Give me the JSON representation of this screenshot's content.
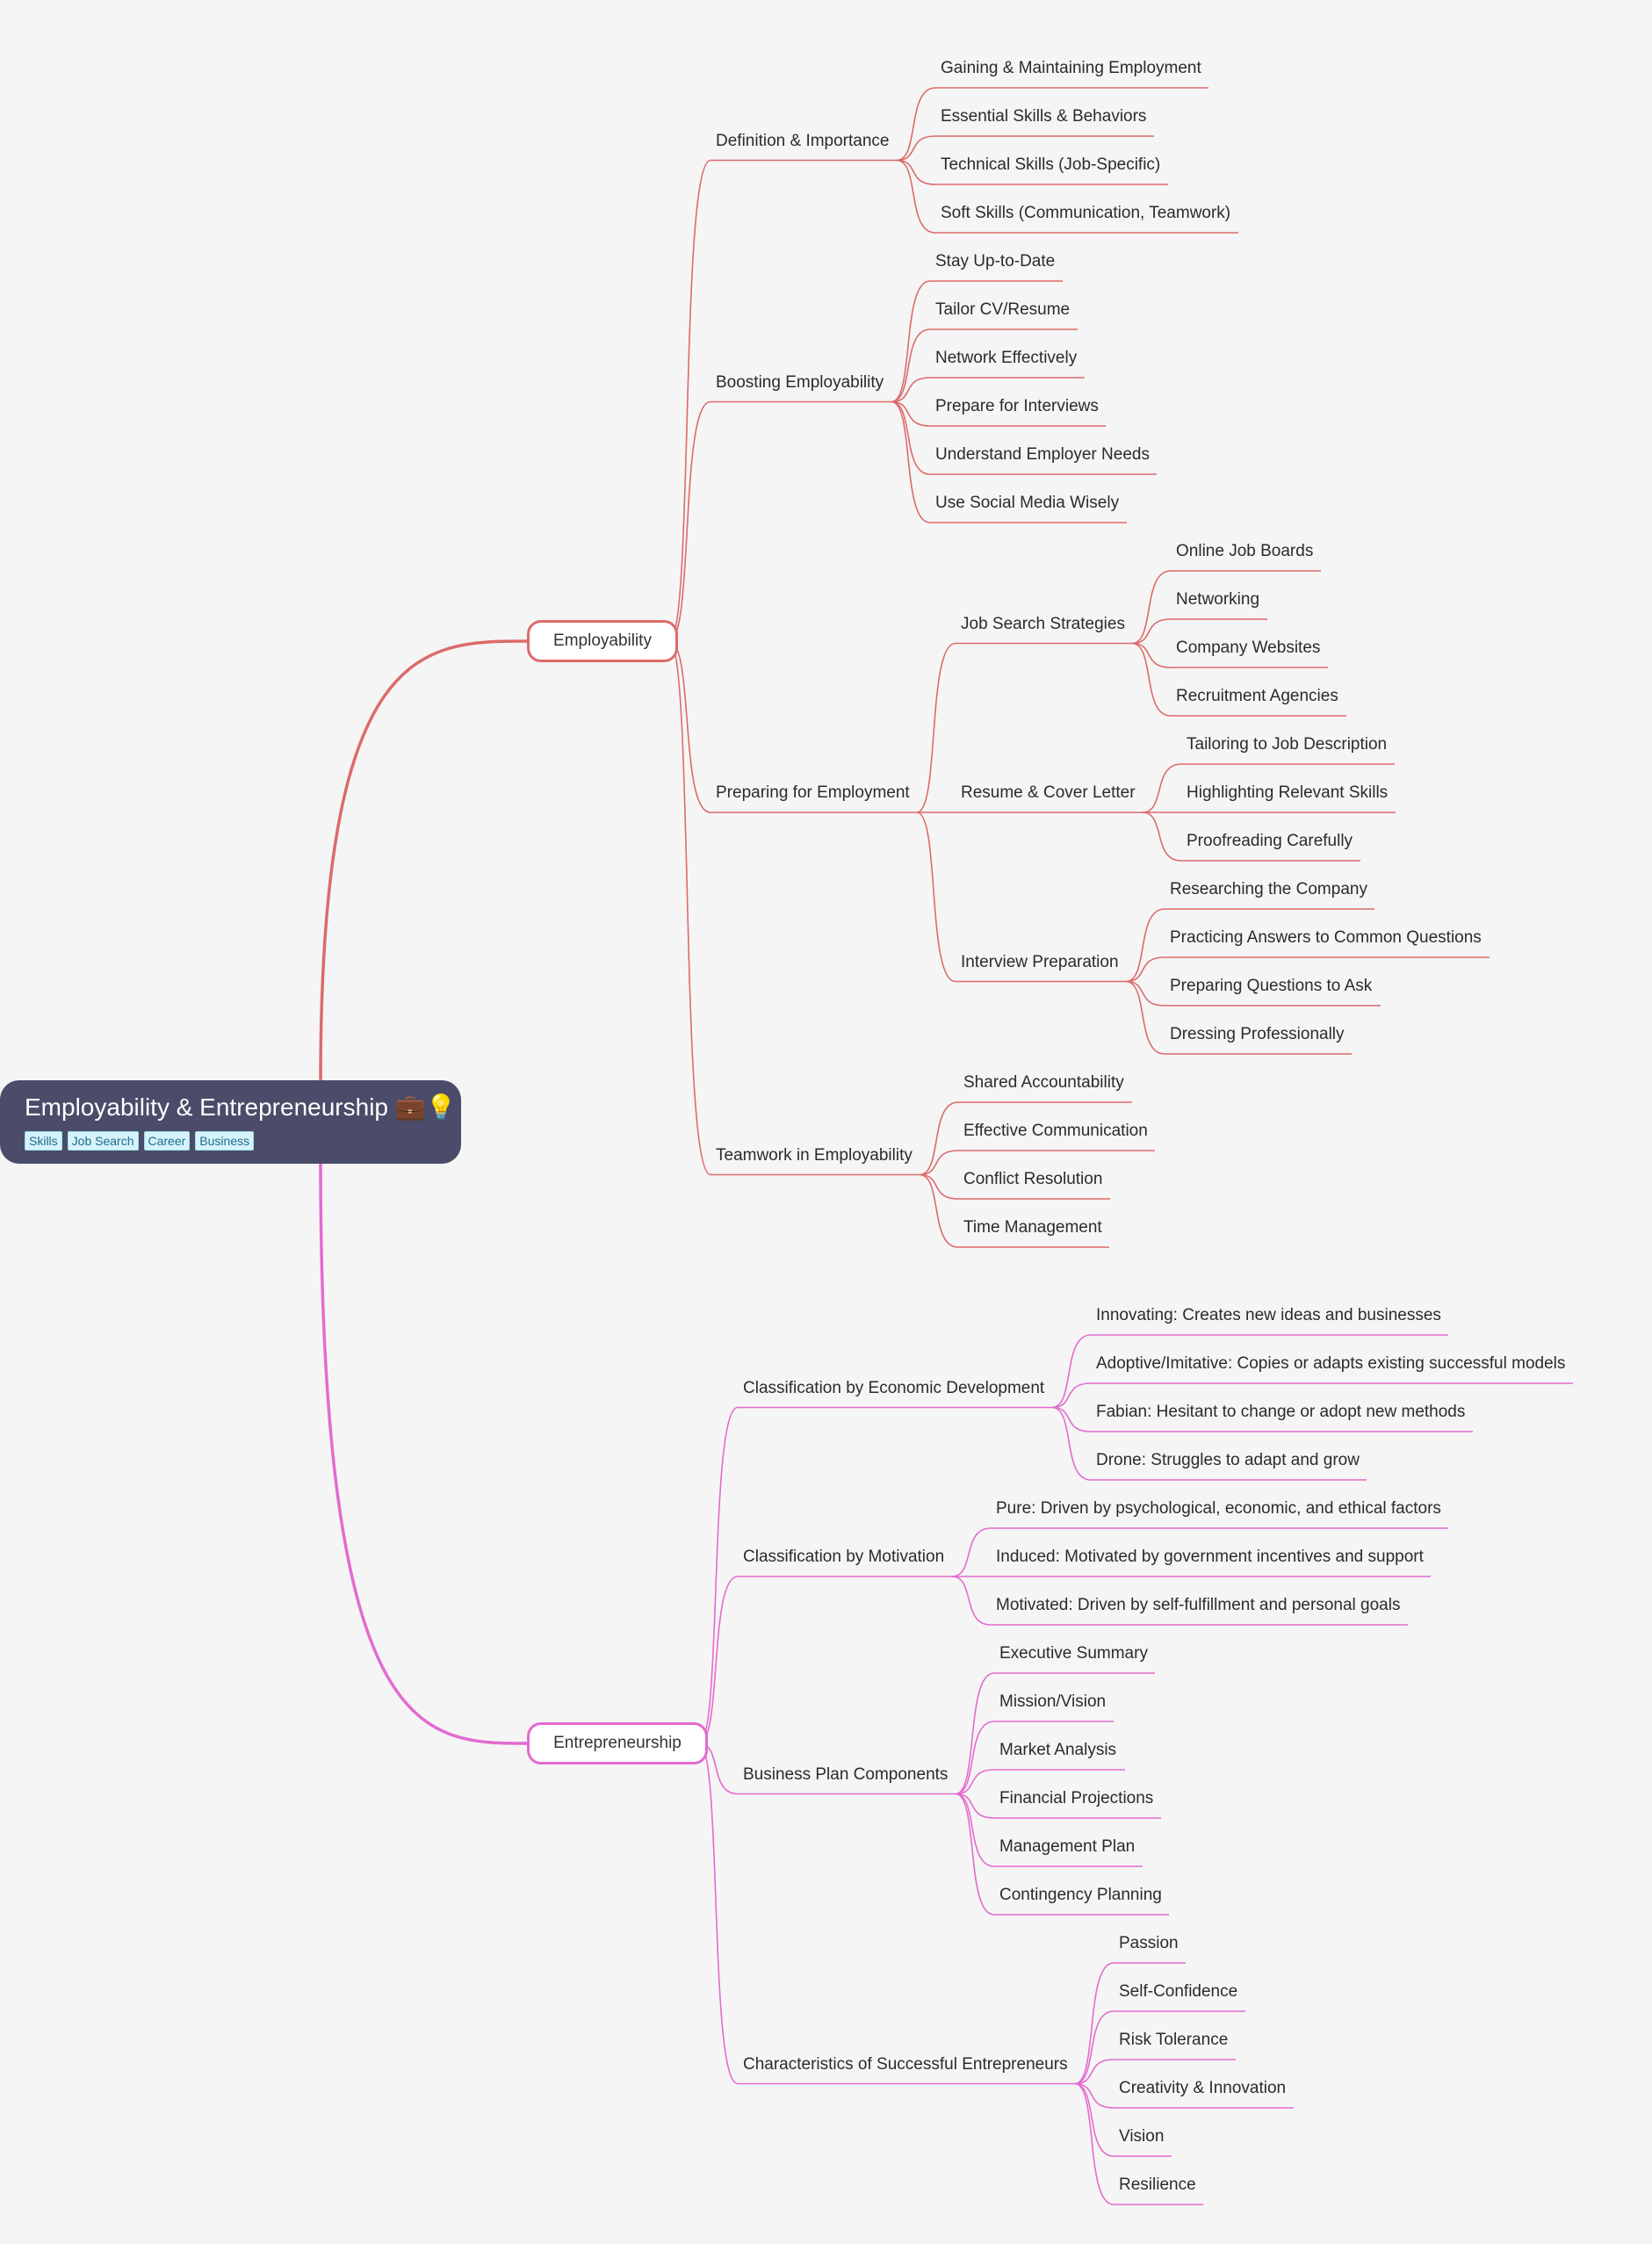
{
  "root": {
    "title": "Employability & Entrepreneurship 💼💡",
    "tags": [
      "Skills",
      "Job Search",
      "Career",
      "Business"
    ]
  },
  "colors": {
    "employability": "#dc6b6b",
    "entrepreneurship": "#e36bd0",
    "root_bg": "#4b4b6a"
  },
  "branches": [
    {
      "label": "Employability",
      "children": [
        {
          "label": "Definition & Importance",
          "children": [
            {
              "label": "Gaining & Maintaining Employment"
            },
            {
              "label": "Essential Skills & Behaviors"
            },
            {
              "label": "Technical Skills (Job-Specific)"
            },
            {
              "label": "Soft Skills (Communication, Teamwork)"
            }
          ]
        },
        {
          "label": "Boosting Employability",
          "children": [
            {
              "label": "Stay Up-to-Date"
            },
            {
              "label": "Tailor CV/Resume"
            },
            {
              "label": "Network Effectively"
            },
            {
              "label": "Prepare for Interviews"
            },
            {
              "label": "Understand Employer Needs"
            },
            {
              "label": "Use Social Media Wisely"
            }
          ]
        },
        {
          "label": "Preparing for Employment",
          "children": [
            {
              "label": "Job Search Strategies",
              "children": [
                {
                  "label": "Online Job Boards"
                },
                {
                  "label": "Networking"
                },
                {
                  "label": "Company Websites"
                },
                {
                  "label": "Recruitment Agencies"
                }
              ]
            },
            {
              "label": "Resume & Cover Letter",
              "children": [
                {
                  "label": "Tailoring to Job Description"
                },
                {
                  "label": "Highlighting Relevant Skills"
                },
                {
                  "label": "Proofreading Carefully"
                }
              ]
            },
            {
              "label": "Interview Preparation",
              "children": [
                {
                  "label": "Researching the Company"
                },
                {
                  "label": "Practicing Answers to Common Questions"
                },
                {
                  "label": "Preparing Questions to Ask"
                },
                {
                  "label": "Dressing Professionally"
                }
              ]
            }
          ]
        },
        {
          "label": "Teamwork in Employability",
          "children": [
            {
              "label": "Shared Accountability"
            },
            {
              "label": "Effective Communication"
            },
            {
              "label": "Conflict Resolution"
            },
            {
              "label": "Time Management"
            }
          ]
        }
      ]
    },
    {
      "label": "Entrepreneurship",
      "children": [
        {
          "label": "Classification by Economic Development",
          "children": [
            {
              "label": "Innovating: Creates new ideas and businesses"
            },
            {
              "label": "Adoptive/Imitative: Copies or adapts existing successful models"
            },
            {
              "label": "Fabian: Hesitant to change or adopt new methods"
            },
            {
              "label": "Drone: Struggles to adapt and grow"
            }
          ]
        },
        {
          "label": "Classification by Motivation",
          "children": [
            {
              "label": "Pure: Driven by psychological, economic, and ethical factors"
            },
            {
              "label": "Induced: Motivated by government incentives and support"
            },
            {
              "label": "Motivated: Driven by self-fulfillment and personal goals"
            }
          ]
        },
        {
          "label": "Business Plan Components",
          "children": [
            {
              "label": "Executive Summary"
            },
            {
              "label": "Mission/Vision"
            },
            {
              "label": "Market Analysis"
            },
            {
              "label": "Financial Projections"
            },
            {
              "label": "Management Plan"
            },
            {
              "label": "Contingency Planning"
            }
          ]
        },
        {
          "label": "Characteristics of Successful Entrepreneurs",
          "children": [
            {
              "label": "Passion"
            },
            {
              "label": "Self-Confidence"
            },
            {
              "label": "Risk Tolerance"
            },
            {
              "label": "Creativity & Innovation"
            },
            {
              "label": "Vision"
            },
            {
              "label": "Resilience"
            }
          ]
        }
      ]
    }
  ]
}
